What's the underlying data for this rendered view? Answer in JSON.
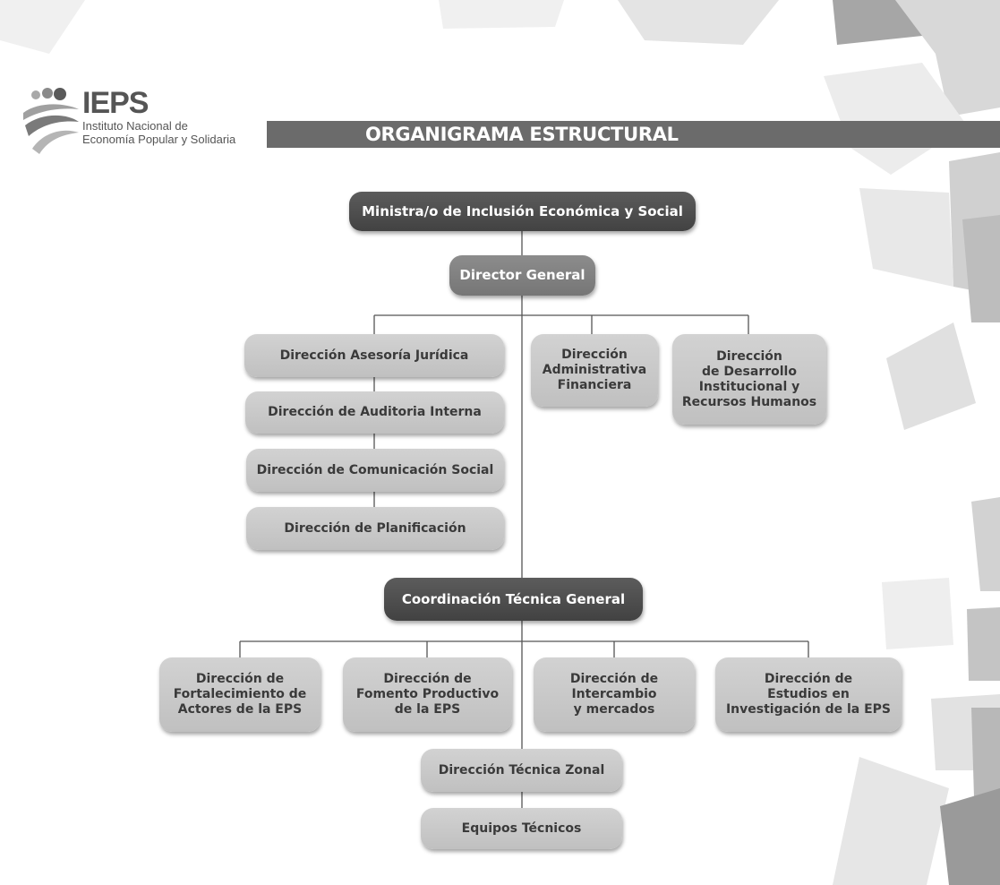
{
  "header": {
    "logo_word": "IEPS",
    "logo_line1": "Instituto Nacional de",
    "logo_line2": "Economía Popular y Solidaria",
    "title": "ORGANIGRAMA ESTRUCTURAL"
  },
  "org": {
    "ministra": "Ministra/o de Inclusión Económica y Social",
    "director_general": "Director General",
    "asesoria_juridica": "Dirección Asesoría Jurídica",
    "auditoria_interna": "Dirección de Auditoria Interna",
    "comunicacion_social": "Dirección de Comunicación Social",
    "planificacion": "Dirección de Planificación",
    "administrativa_financiera": "Dirección\nAdministrativa\nFinanciera",
    "desarrollo_institucional": "Dirección\nde Desarrollo\nInstitucional y\nRecursos Humanos",
    "coordinacion_tecnica": "Coordinación Técnica General",
    "fortalecimiento": "Dirección de\nFortalecimiento de\nActores de la EPS",
    "fomento_productivo": "Dirección de\nFomento Productivo\nde la EPS",
    "intercambio": "Dirección de\nIntercambio\ny mercados",
    "estudios": "Dirección de\nEstudios en\nInvestigación de la EPS",
    "tecnica_zonal": "Dirección Técnica Zonal",
    "equipos_tecnicos": "Equipos Técnicos"
  },
  "colors": {
    "title_bar": "#6b6b6b",
    "box_light": "#c8c8c8",
    "box_mid": "#808080",
    "box_dark": "#4e4e4e"
  }
}
